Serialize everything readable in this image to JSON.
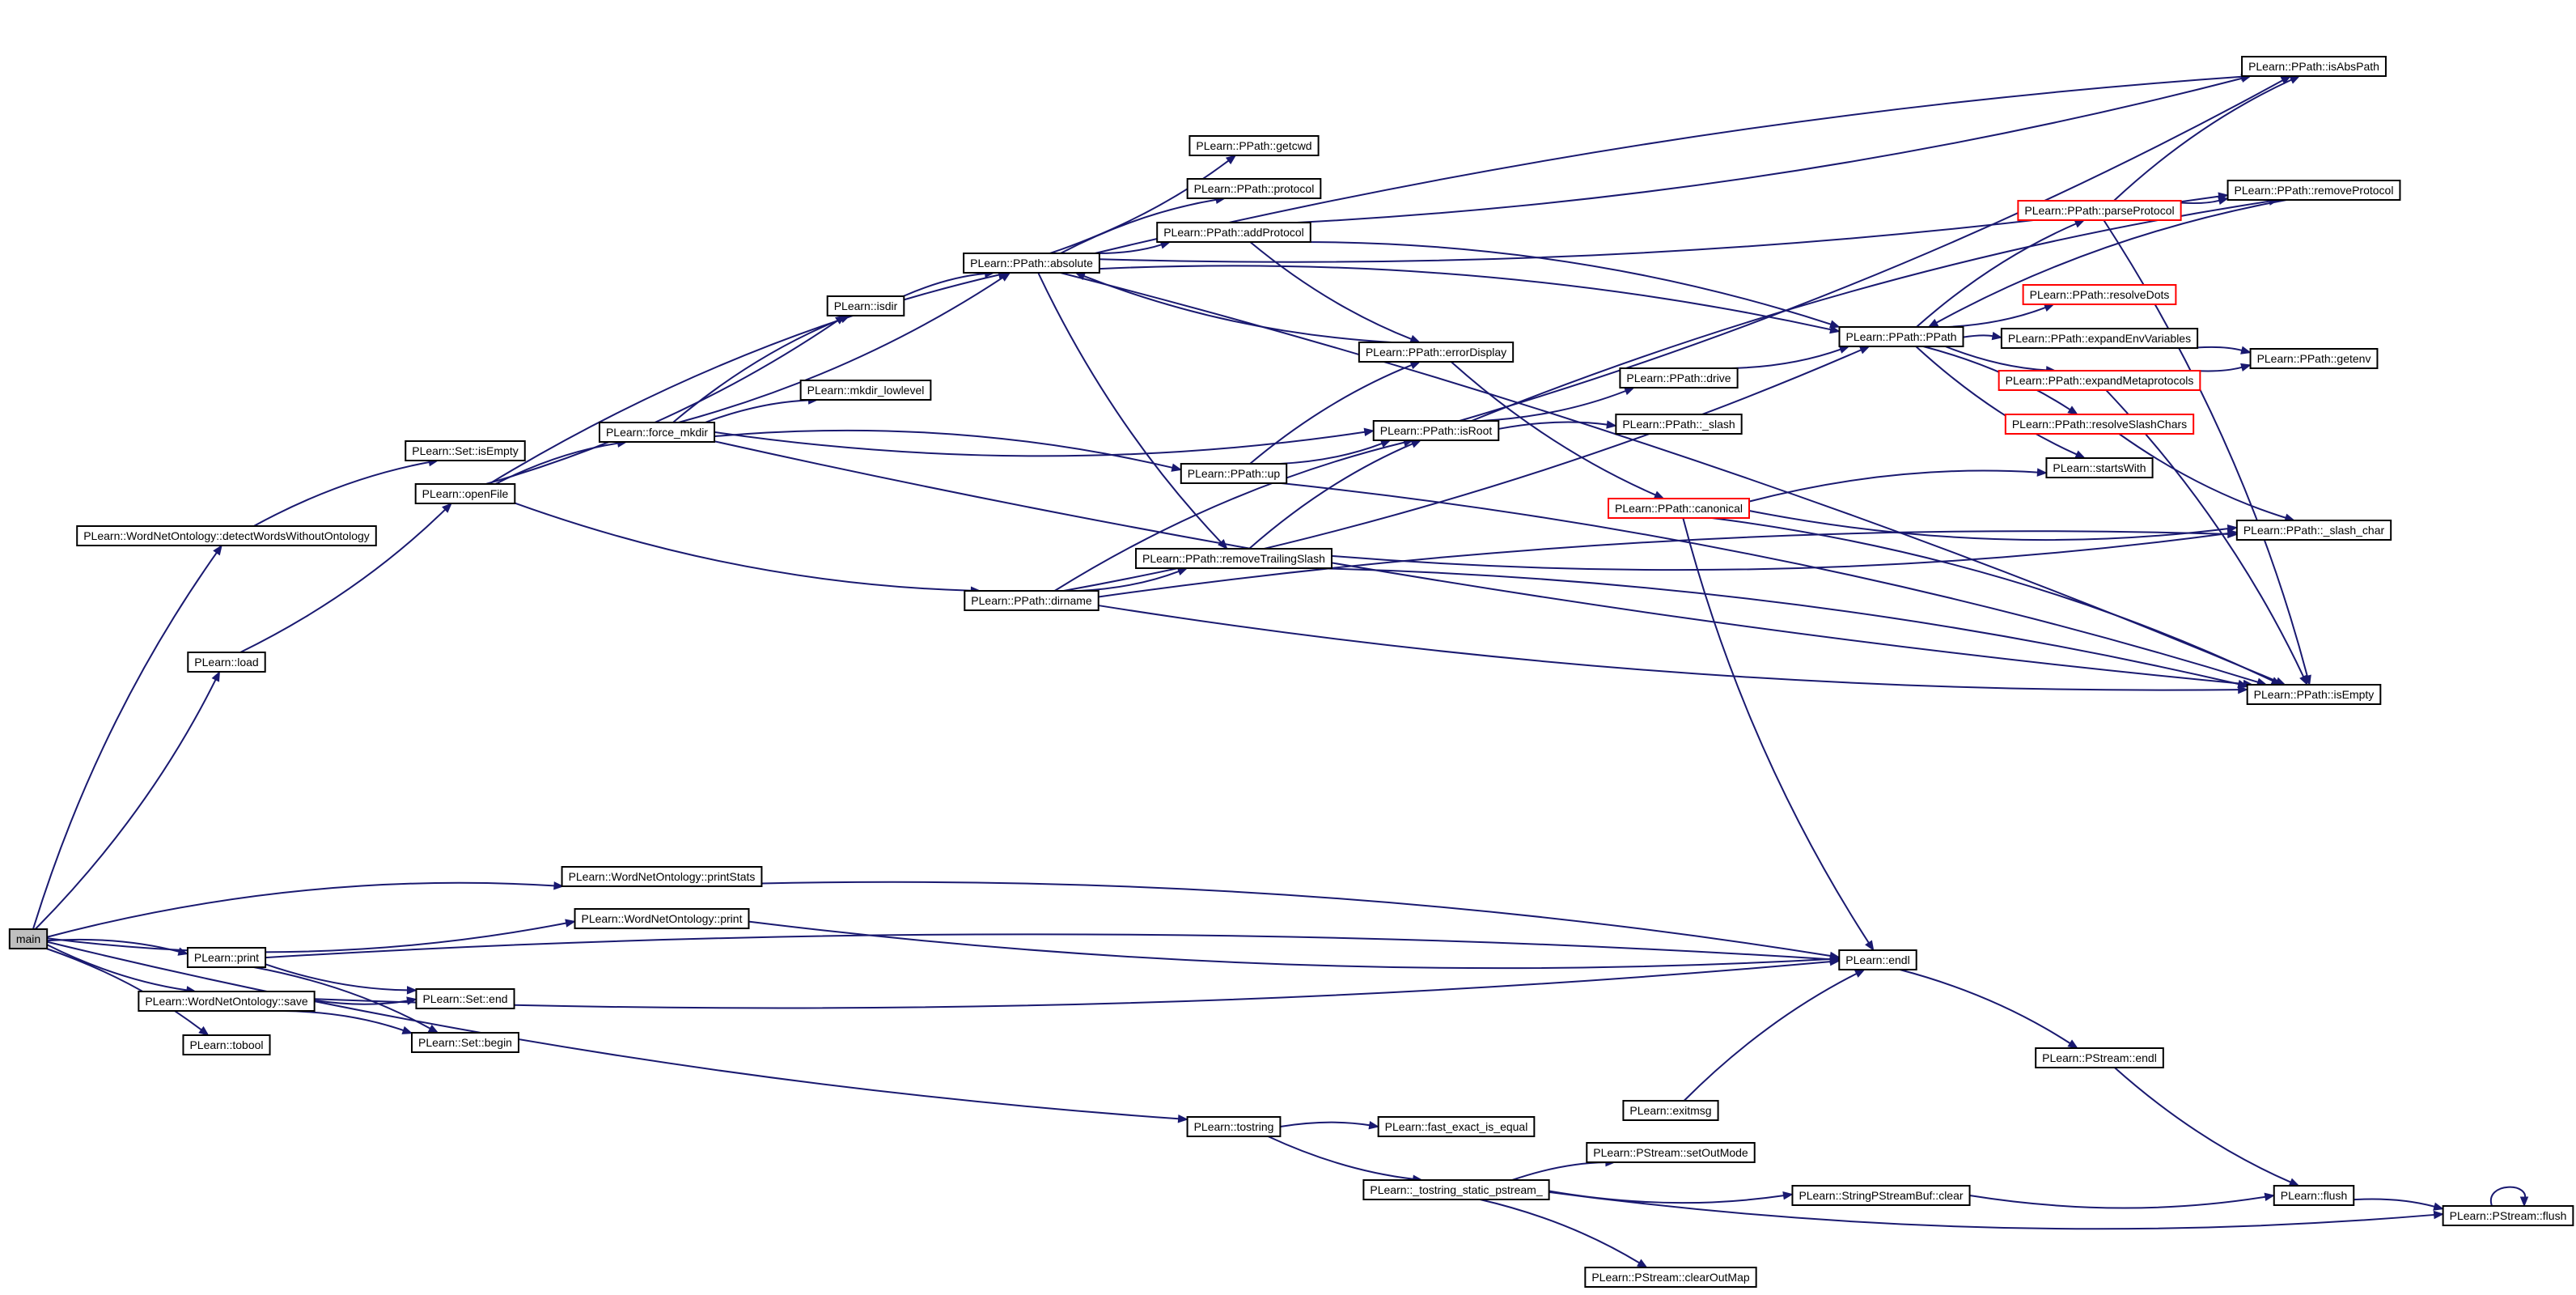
{
  "nodes": [
    {
      "id": "main",
      "label": "main",
      "root": true
    },
    {
      "id": "detectWords",
      "label": "PLearn::WordNetOntology::detectWordsWithoutOntology"
    },
    {
      "id": "load",
      "label": "PLearn::load"
    },
    {
      "id": "printStats",
      "label": "PLearn::WordNetOntology::printStats"
    },
    {
      "id": "wprint",
      "label": "PLearn::WordNetOntology::print"
    },
    {
      "id": "print",
      "label": "PLearn::print"
    },
    {
      "id": "wsave",
      "label": "PLearn::WordNetOntology::save"
    },
    {
      "id": "tobool",
      "label": "PLearn::tobool"
    },
    {
      "id": "setIsEmpty",
      "label": "PLearn::Set::isEmpty"
    },
    {
      "id": "openFile",
      "label": "PLearn::openFile"
    },
    {
      "id": "setEnd",
      "label": "PLearn::Set::end"
    },
    {
      "id": "setBegin",
      "label": "PLearn::Set::begin"
    },
    {
      "id": "isdir",
      "label": "PLearn::isdir"
    },
    {
      "id": "forceMkdir",
      "label": "PLearn::force_mkdir"
    },
    {
      "id": "mkdirLow",
      "label": "PLearn::mkdir_lowlevel"
    },
    {
      "id": "absolute",
      "label": "PLearn::PPath::absolute"
    },
    {
      "id": "getcwd",
      "label": "PLearn::PPath::getcwd"
    },
    {
      "id": "protocol",
      "label": "PLearn::PPath::protocol"
    },
    {
      "id": "addProtocol",
      "label": "PLearn::PPath::addProtocol"
    },
    {
      "id": "dirname",
      "label": "PLearn::PPath::dirname"
    },
    {
      "id": "removeTrailing",
      "label": "PLearn::PPath::removeTrailingSlash"
    },
    {
      "id": "up",
      "label": "PLearn::PPath::up"
    },
    {
      "id": "errorDisplay",
      "label": "PLearn::PPath::errorDisplay"
    },
    {
      "id": "isRoot",
      "label": "PLearn::PPath::isRoot"
    },
    {
      "id": "drive",
      "label": "PLearn::PPath::drive"
    },
    {
      "id": "slash",
      "label": "PLearn::PPath::_slash"
    },
    {
      "id": "canonical",
      "label": "PLearn::PPath::canonical",
      "truncated": true
    },
    {
      "id": "pppath",
      "label": "PLearn::PPath::PPath"
    },
    {
      "id": "parseProtocol",
      "label": "PLearn::PPath::parseProtocol",
      "truncated": true
    },
    {
      "id": "resolveDots",
      "label": "PLearn::PPath::resolveDots",
      "truncated": true
    },
    {
      "id": "expandEnv",
      "label": "PLearn::PPath::expandEnvVariables"
    },
    {
      "id": "expandMeta",
      "label": "PLearn::PPath::expandMetaprotocols",
      "truncated": true
    },
    {
      "id": "resolveSlash",
      "label": "PLearn::PPath::resolveSlashChars",
      "truncated": true
    },
    {
      "id": "startsWith",
      "label": "PLearn::startsWith"
    },
    {
      "id": "isAbsPath",
      "label": "PLearn::PPath::isAbsPath"
    },
    {
      "id": "removeProtocol",
      "label": "PLearn::PPath::removeProtocol"
    },
    {
      "id": "getenv",
      "label": "PLearn::PPath::getenv"
    },
    {
      "id": "slashChar",
      "label": "PLearn::PPath::_slash_char"
    },
    {
      "id": "ppIsEmpty",
      "label": "PLearn::PPath::isEmpty"
    },
    {
      "id": "endl",
      "label": "PLearn::endl"
    },
    {
      "id": "psEndl",
      "label": "PLearn::PStream::endl"
    },
    {
      "id": "flush",
      "label": "PLearn::flush"
    },
    {
      "id": "psFlush",
      "label": "PLearn::PStream::flush"
    },
    {
      "id": "tostring",
      "label": "PLearn::tostring"
    },
    {
      "id": "fastExact",
      "label": "PLearn::fast_exact_is_equal"
    },
    {
      "id": "tostringStatic",
      "label": "PLearn::_tostring_static_pstream_"
    },
    {
      "id": "exitmsg",
      "label": "PLearn::exitmsg"
    },
    {
      "id": "setOutMode",
      "label": "PLearn::PStream::setOutMode"
    },
    {
      "id": "spbClear",
      "label": "PLearn::StringPStreamBuf::clear"
    },
    {
      "id": "clearOutMap",
      "label": "PLearn::PStream::clearOutMap"
    }
  ],
  "edges": [
    [
      "main",
      "detectWords"
    ],
    [
      "main",
      "load"
    ],
    [
      "main",
      "printStats"
    ],
    [
      "main",
      "wprint"
    ],
    [
      "main",
      "print"
    ],
    [
      "main",
      "wsave"
    ],
    [
      "main",
      "tobool"
    ],
    [
      "main",
      "tostring"
    ],
    [
      "detectWords",
      "setIsEmpty"
    ],
    [
      "load",
      "openFile"
    ],
    [
      "openFile",
      "absolute"
    ],
    [
      "openFile",
      "isdir"
    ],
    [
      "openFile",
      "forceMkdir"
    ],
    [
      "openFile",
      "dirname"
    ],
    [
      "forceMkdir",
      "isdir"
    ],
    [
      "forceMkdir",
      "absolute"
    ],
    [
      "forceMkdir",
      "mkdirLow"
    ],
    [
      "forceMkdir",
      "isRoot"
    ],
    [
      "forceMkdir",
      "up"
    ],
    [
      "forceMkdir",
      "ppIsEmpty"
    ],
    [
      "isdir",
      "absolute"
    ],
    [
      "absolute",
      "getcwd"
    ],
    [
      "absolute",
      "protocol"
    ],
    [
      "absolute",
      "addProtocol"
    ],
    [
      "absolute",
      "isAbsPath"
    ],
    [
      "absolute",
      "removeProtocol"
    ],
    [
      "absolute",
      "pppath"
    ],
    [
      "absolute",
      "removeTrailing"
    ],
    [
      "absolute",
      "ppIsEmpty"
    ],
    [
      "addProtocol",
      "isAbsPath"
    ],
    [
      "addProtocol",
      "pppath"
    ],
    [
      "addProtocol",
      "errorDisplay"
    ],
    [
      "errorDisplay",
      "absolute"
    ],
    [
      "errorDisplay",
      "canonical"
    ],
    [
      "up",
      "errorDisplay"
    ],
    [
      "up",
      "isRoot"
    ],
    [
      "up",
      "ppIsEmpty"
    ],
    [
      "dirname",
      "removeTrailing"
    ],
    [
      "dirname",
      "isRoot"
    ],
    [
      "dirname",
      "pppath"
    ],
    [
      "dirname",
      "slashChar"
    ],
    [
      "dirname",
      "ppIsEmpty"
    ],
    [
      "removeTrailing",
      "isRoot"
    ],
    [
      "removeTrailing",
      "slashChar"
    ],
    [
      "removeTrailing",
      "ppIsEmpty"
    ],
    [
      "isRoot",
      "drive"
    ],
    [
      "isRoot",
      "slash"
    ],
    [
      "isRoot",
      "isAbsPath"
    ],
    [
      "isRoot",
      "removeProtocol"
    ],
    [
      "drive",
      "pppath"
    ],
    [
      "canonical",
      "startsWith"
    ],
    [
      "canonical",
      "slashChar"
    ],
    [
      "canonical",
      "ppIsEmpty"
    ],
    [
      "canonical",
      "endl"
    ],
    [
      "pppath",
      "parseProtocol"
    ],
    [
      "pppath",
      "resolveDots"
    ],
    [
      "pppath",
      "expandEnv"
    ],
    [
      "pppath",
      "expandMeta"
    ],
    [
      "pppath",
      "resolveSlash"
    ],
    [
      "pppath",
      "startsWith"
    ],
    [
      "parseProtocol",
      "isAbsPath"
    ],
    [
      "parseProtocol",
      "removeProtocol"
    ],
    [
      "parseProtocol",
      "ppIsEmpty"
    ],
    [
      "removeProtocol",
      "pppath"
    ],
    [
      "expandEnv",
      "getenv"
    ],
    [
      "expandMeta",
      "getenv"
    ],
    [
      "expandMeta",
      "ppIsEmpty"
    ],
    [
      "resolveSlash",
      "slashChar"
    ],
    [
      "printStats",
      "endl"
    ],
    [
      "wprint",
      "endl"
    ],
    [
      "print",
      "endl"
    ],
    [
      "print",
      "setEnd"
    ],
    [
      "print",
      "setBegin"
    ],
    [
      "wsave",
      "setEnd"
    ],
    [
      "wsave",
      "setBegin"
    ],
    [
      "wsave",
      "endl"
    ],
    [
      "endl",
      "psEndl"
    ],
    [
      "psEndl",
      "flush"
    ],
    [
      "flush",
      "psFlush"
    ],
    [
      "psFlush",
      "psFlush"
    ],
    [
      "tostring",
      "fastExact"
    ],
    [
      "tostring",
      "tostringStatic"
    ],
    [
      "tostringStatic",
      "setOutMode"
    ],
    [
      "tostringStatic",
      "spbClear"
    ],
    [
      "tostringStatic",
      "clearOutMap"
    ],
    [
      "tostringStatic",
      "psFlush"
    ],
    [
      "exitmsg",
      "endl"
    ],
    [
      "spbClear",
      "flush"
    ]
  ]
}
